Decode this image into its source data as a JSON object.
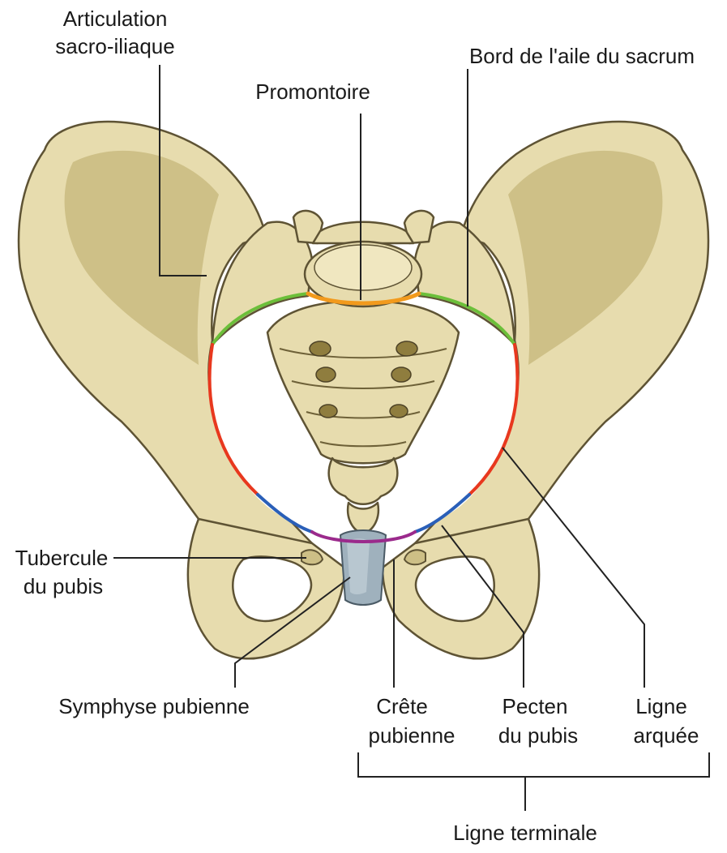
{
  "labels": {
    "sacroiliac_line1": "Articulation",
    "sacroiliac_line2": "sacro-iliaque",
    "promontory": "Promontoire",
    "sacral_ala_edge": "Bord de l'aile du sacrum",
    "pubic_tubercle_line1": "Tubercule",
    "pubic_tubercle_line2": "du pubis",
    "pubic_symphysis": "Symphyse pubienne",
    "pubic_crest_line1": "Crête",
    "pubic_crest_line2": "pubienne",
    "pecten_line1": "Pecten",
    "pecten_line2": "du pubis",
    "arcuate_line1": "Ligne",
    "arcuate_line2": "arquée",
    "terminal_line": "Ligne terminale"
  },
  "colors": {
    "bone": "#e7dcae",
    "symphysis": "#9fb1bd",
    "promontory_line": "#f29a1c",
    "sacral_ala_line": "#6cbf3a",
    "arcuate_line": "#e8381e",
    "pecten_line": "#2a5fb8",
    "pubic_crest_line": "#9b2a8c"
  }
}
